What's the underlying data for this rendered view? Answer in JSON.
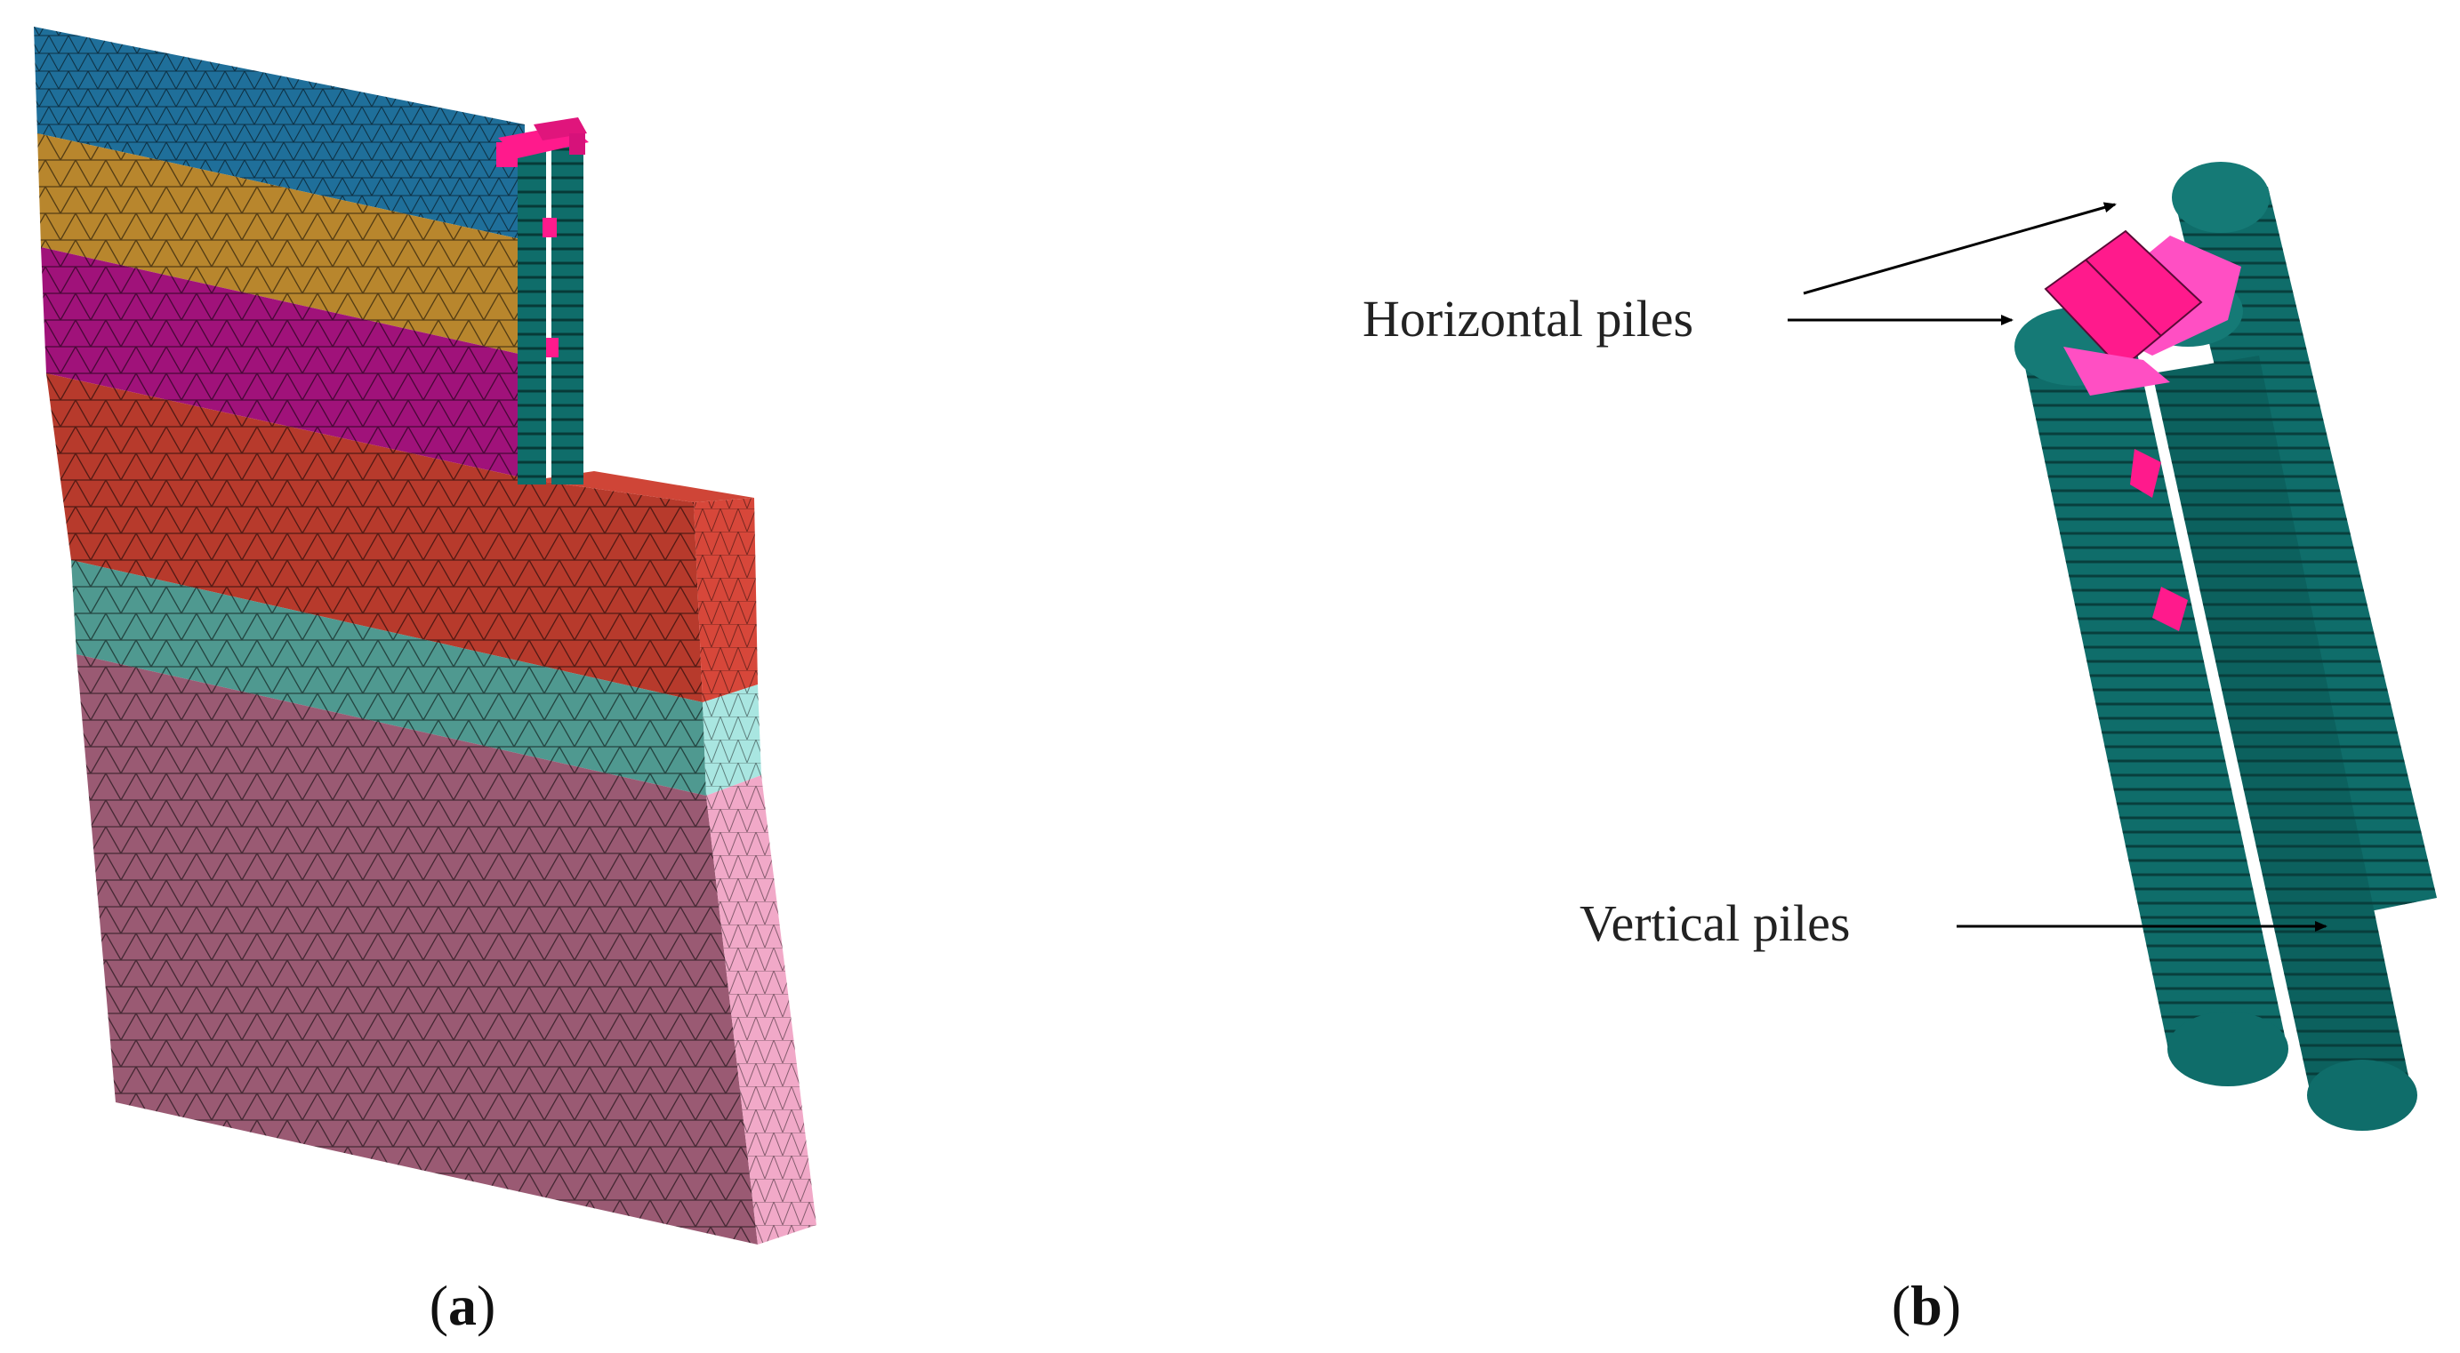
{
  "panel_a": {
    "caption_open": "(",
    "caption_letter": "a",
    "caption_close": ")"
  },
  "panel_b": {
    "caption_open": "(",
    "caption_letter": "b",
    "caption_close": ")",
    "labels": {
      "horizontal_piles": "Horizontal piles",
      "vertical_piles": "Vertical piles"
    }
  },
  "colors": {
    "layer_blue": "#1f6f9a",
    "layer_orange": "#b8862d",
    "layer_magenta": "#a0127a",
    "layer_red": "#b73a2c",
    "layer_teal": "#4f9990",
    "layer_mauve": "#9a5a73",
    "side_pink": "#f1a9c8",
    "side_cyan": "#a9e6e1",
    "side_red": "#d7473a",
    "pile_teal": "#0f6d6a",
    "cap_pink": "#ff1a8c",
    "arrow": "#000000"
  }
}
